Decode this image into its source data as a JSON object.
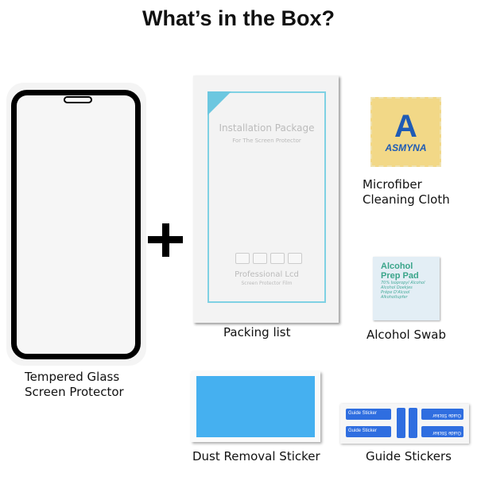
{
  "title": "What’s in the Box?",
  "items": {
    "screen_protector": {
      "label_line1": "Tempered Glass",
      "label_line2": "Screen Protector"
    },
    "packing_list": {
      "label": "Packing list",
      "heading": "Installation Package",
      "subheading": "For The Screen Protector",
      "footer": "Professional Lcd",
      "footer_sub": "Screen Protector Film"
    },
    "cloth": {
      "label_line1": "Microfiber",
      "label_line2": "Cleaning Cloth",
      "brand": "ASMYNA",
      "logo_letter": "A"
    },
    "alcohol": {
      "label": "Alcohol Swab",
      "pad_line1": "Alcohol",
      "pad_line2": "Prep Pad",
      "pad_small": [
        "70% Isopropyl Alcohol",
        "Alcohol Doekjes",
        "Prêpe D'Alcool",
        "Alkoholtupfer"
      ]
    },
    "dust": {
      "label": "Dust Removal Sticker"
    },
    "guide": {
      "label": "Guide Stickers",
      "sticker_text": "Guide Sticker"
    }
  },
  "colors": {
    "dust_blue": "#45b0f0",
    "guide_blue": "#2f6ee0",
    "cloth": "#f2d887",
    "brand_blue": "#1f5bb5"
  }
}
